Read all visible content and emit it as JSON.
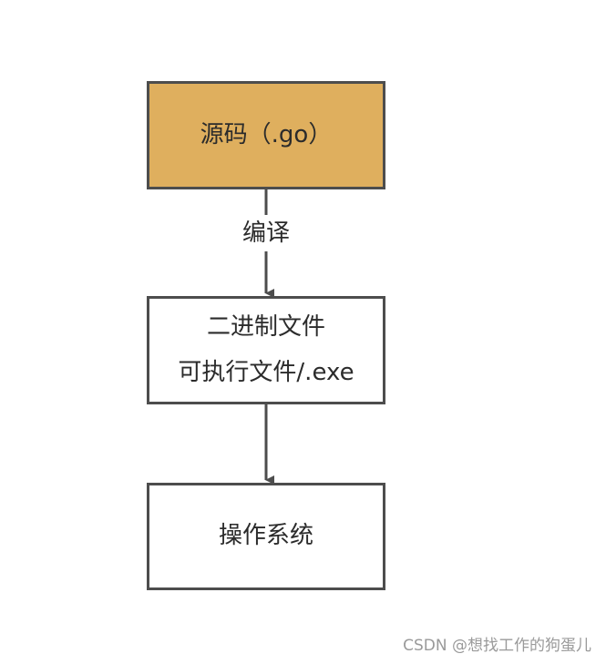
{
  "diagram": {
    "nodes": [
      {
        "id": "source",
        "lines": [
          "源码（.go）"
        ],
        "fill": "#dfaf5e"
      },
      {
        "id": "binary",
        "lines": [
          "二进制文件",
          "可执行文件/.exe"
        ],
        "fill": "#ffffff"
      },
      {
        "id": "os",
        "lines": [
          "操作系统"
        ],
        "fill": "#ffffff"
      }
    ],
    "edges": [
      {
        "from": "source",
        "to": "binary",
        "label": "编译"
      },
      {
        "from": "binary",
        "to": "os",
        "label": ""
      }
    ],
    "stroke_color": "#4d4d4d"
  },
  "watermark": "CSDN @想找工作的狗蛋儿"
}
